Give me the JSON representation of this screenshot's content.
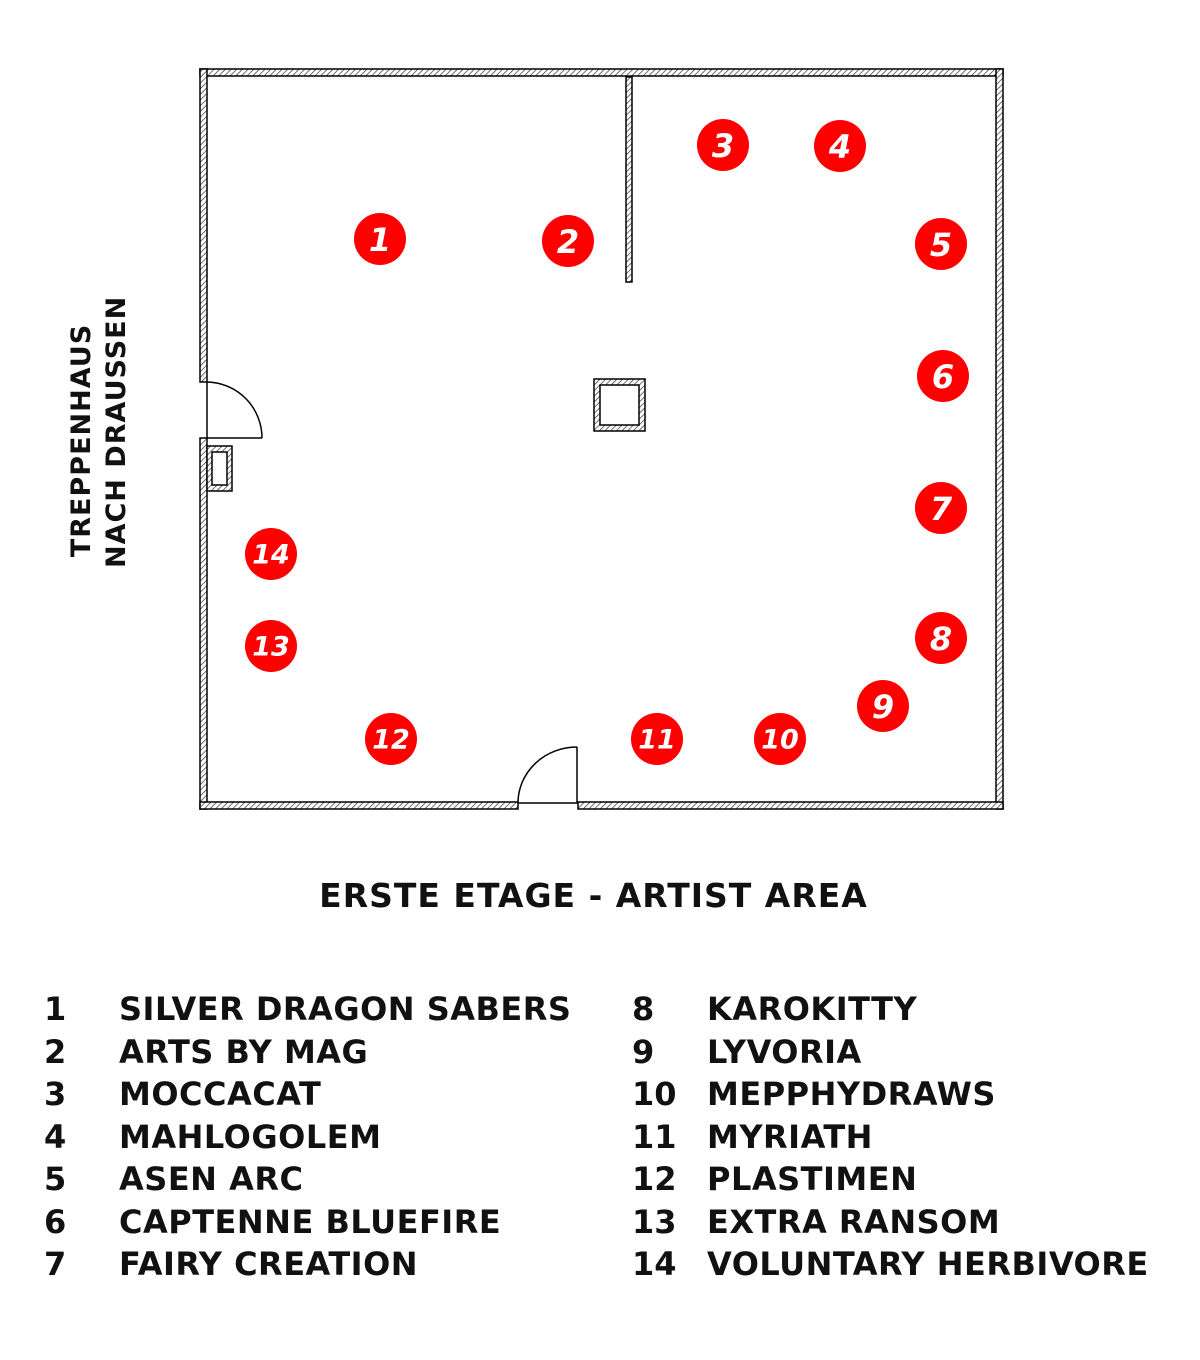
{
  "side_label": {
    "line1": "TREPPENHAUS",
    "line2": "NACH DRAUSSEN"
  },
  "title": "ERSTE ETAGE - ARTIST AREA",
  "marker_color": "#ff0000",
  "stands": [
    {
      "number": "1",
      "name": "SILVER DRAGON SABERS"
    },
    {
      "number": "2",
      "name": "ARTS BY MAG"
    },
    {
      "number": "3",
      "name": "MOCCACAT"
    },
    {
      "number": "4",
      "name": "MAHLOGOLEM"
    },
    {
      "number": "5",
      "name": "ASEN ARC"
    },
    {
      "number": "6",
      "name": "CAPTENNE BLUEFIRE"
    },
    {
      "number": "7",
      "name": "FAIRY CREATION"
    },
    {
      "number": "8",
      "name": "KAROKITTY"
    },
    {
      "number": "9",
      "name": "LYVORIA"
    },
    {
      "number": "10",
      "name": "MEPPHYDRAWS"
    },
    {
      "number": "11",
      "name": "MYRIATH"
    },
    {
      "number": "12",
      "name": "PLASTIMEN"
    },
    {
      "number": "13",
      "name": "EXTRA RANSOM"
    },
    {
      "number": "14",
      "name": "VOLUNTARY HERBIVORE"
    }
  ]
}
